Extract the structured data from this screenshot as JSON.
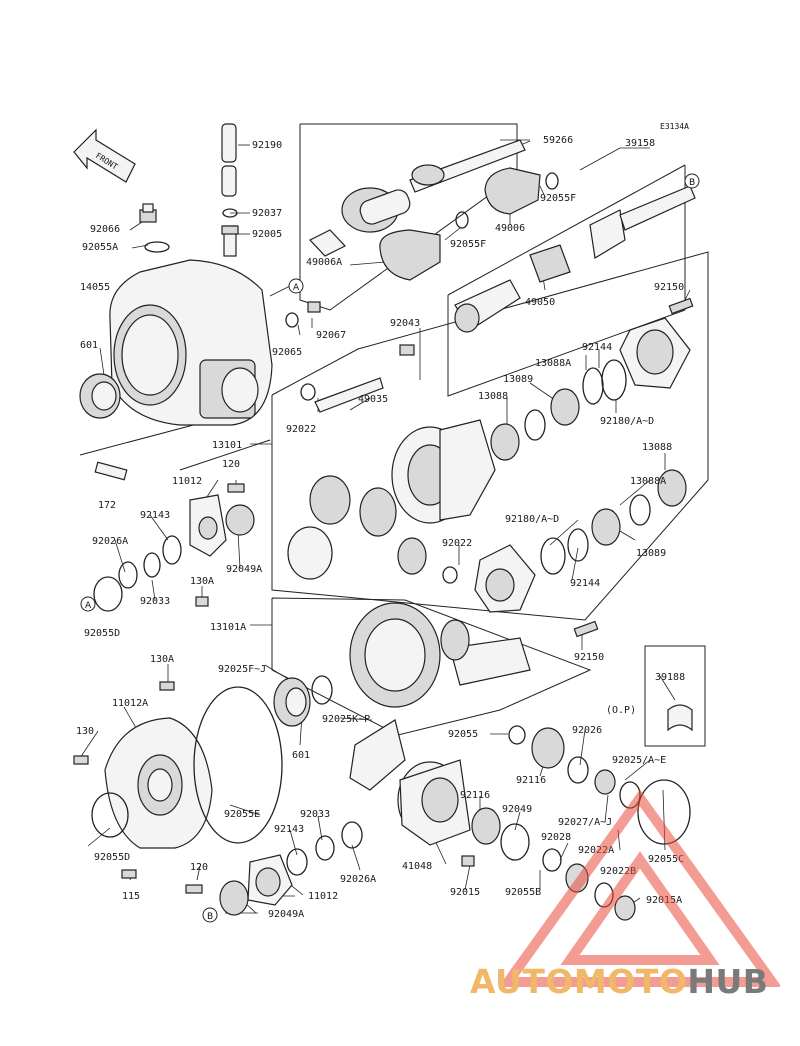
{
  "diagram_id": "E3134A",
  "front_label": "FRONT",
  "colors": {
    "line": "#222222",
    "background": "#ffffff",
    "watermark_light": "#f1b86a",
    "watermark_dark": "#7a7a7a",
    "watermark_triangle": "#e84a3a"
  },
  "callouts": {
    "A": "A",
    "B": "B"
  },
  "labels": {
    "p92190": "92190",
    "p92037": "92037",
    "p92005": "92005",
    "p92066": "92066",
    "p92055A": "92055A",
    "p14055": "14055",
    "p601": "601",
    "p92067": "92067",
    "p92065": "92065",
    "p59266": "59266",
    "p39158": "39158",
    "p92055F_a": "92055F",
    "p49006": "49006",
    "p92055F_b": "92055F",
    "p49006A": "49006A",
    "p49050": "49050",
    "p92150_a": "92150",
    "p92043": "92043",
    "p13088A_a": "13088A",
    "p92144_a": "92144",
    "p13089_a": "13089",
    "p13088_a": "13088",
    "p49035": "49035",
    "p92022_a": "92022",
    "p92180_a": "92180/A~D",
    "p13101": "13101",
    "p120_a": "120",
    "p11012_a": "11012",
    "p172": "172",
    "p92143_a": "92143",
    "p92026A_a": "92026A",
    "p92049A_a": "92049A",
    "p92033_a": "92033",
    "p130A_a": "130A",
    "p92055D_a": "92055D",
    "p13088_b": "13088",
    "p13088A_b": "13088A",
    "p92180_b": "92180/A~D",
    "p13089_b": "13089",
    "p92022_b": "92022",
    "p92144_b": "92144",
    "p13101A": "13101A",
    "p92150_b": "92150",
    "p130A_b": "130A",
    "p92025FJ": "92025F~J",
    "p39188": "39188",
    "p11012A": "11012A",
    "p130": "130",
    "p92025KP": "92025K~P",
    "p601_b": "601",
    "p92055": "92055",
    "p92026": "92026",
    "p92116_a": "92116",
    "p92025AE": "92025/A~E",
    "p92116_b": "92116",
    "p92049": "92049",
    "p92027": "92027/A~J",
    "p92055E": "92055E",
    "p92033_b": "92033",
    "p92143_b": "92143",
    "p92028": "92028",
    "p92055C": "92055C",
    "p92022A": "92022A",
    "p92055D_b": "92055D",
    "p92026A_b": "92026A",
    "p41048": "41048",
    "p92022B": "92022B",
    "p120_b": "120",
    "p92015": "92015",
    "p92055B": "92055B",
    "p92015A": "92015A",
    "p115": "115",
    "p11012_b": "11012",
    "p92049A_b": "92049A",
    "op": "(O.P)"
  },
  "watermark": {
    "part1": "AUTOMOTO",
    "part2": "HUB"
  }
}
